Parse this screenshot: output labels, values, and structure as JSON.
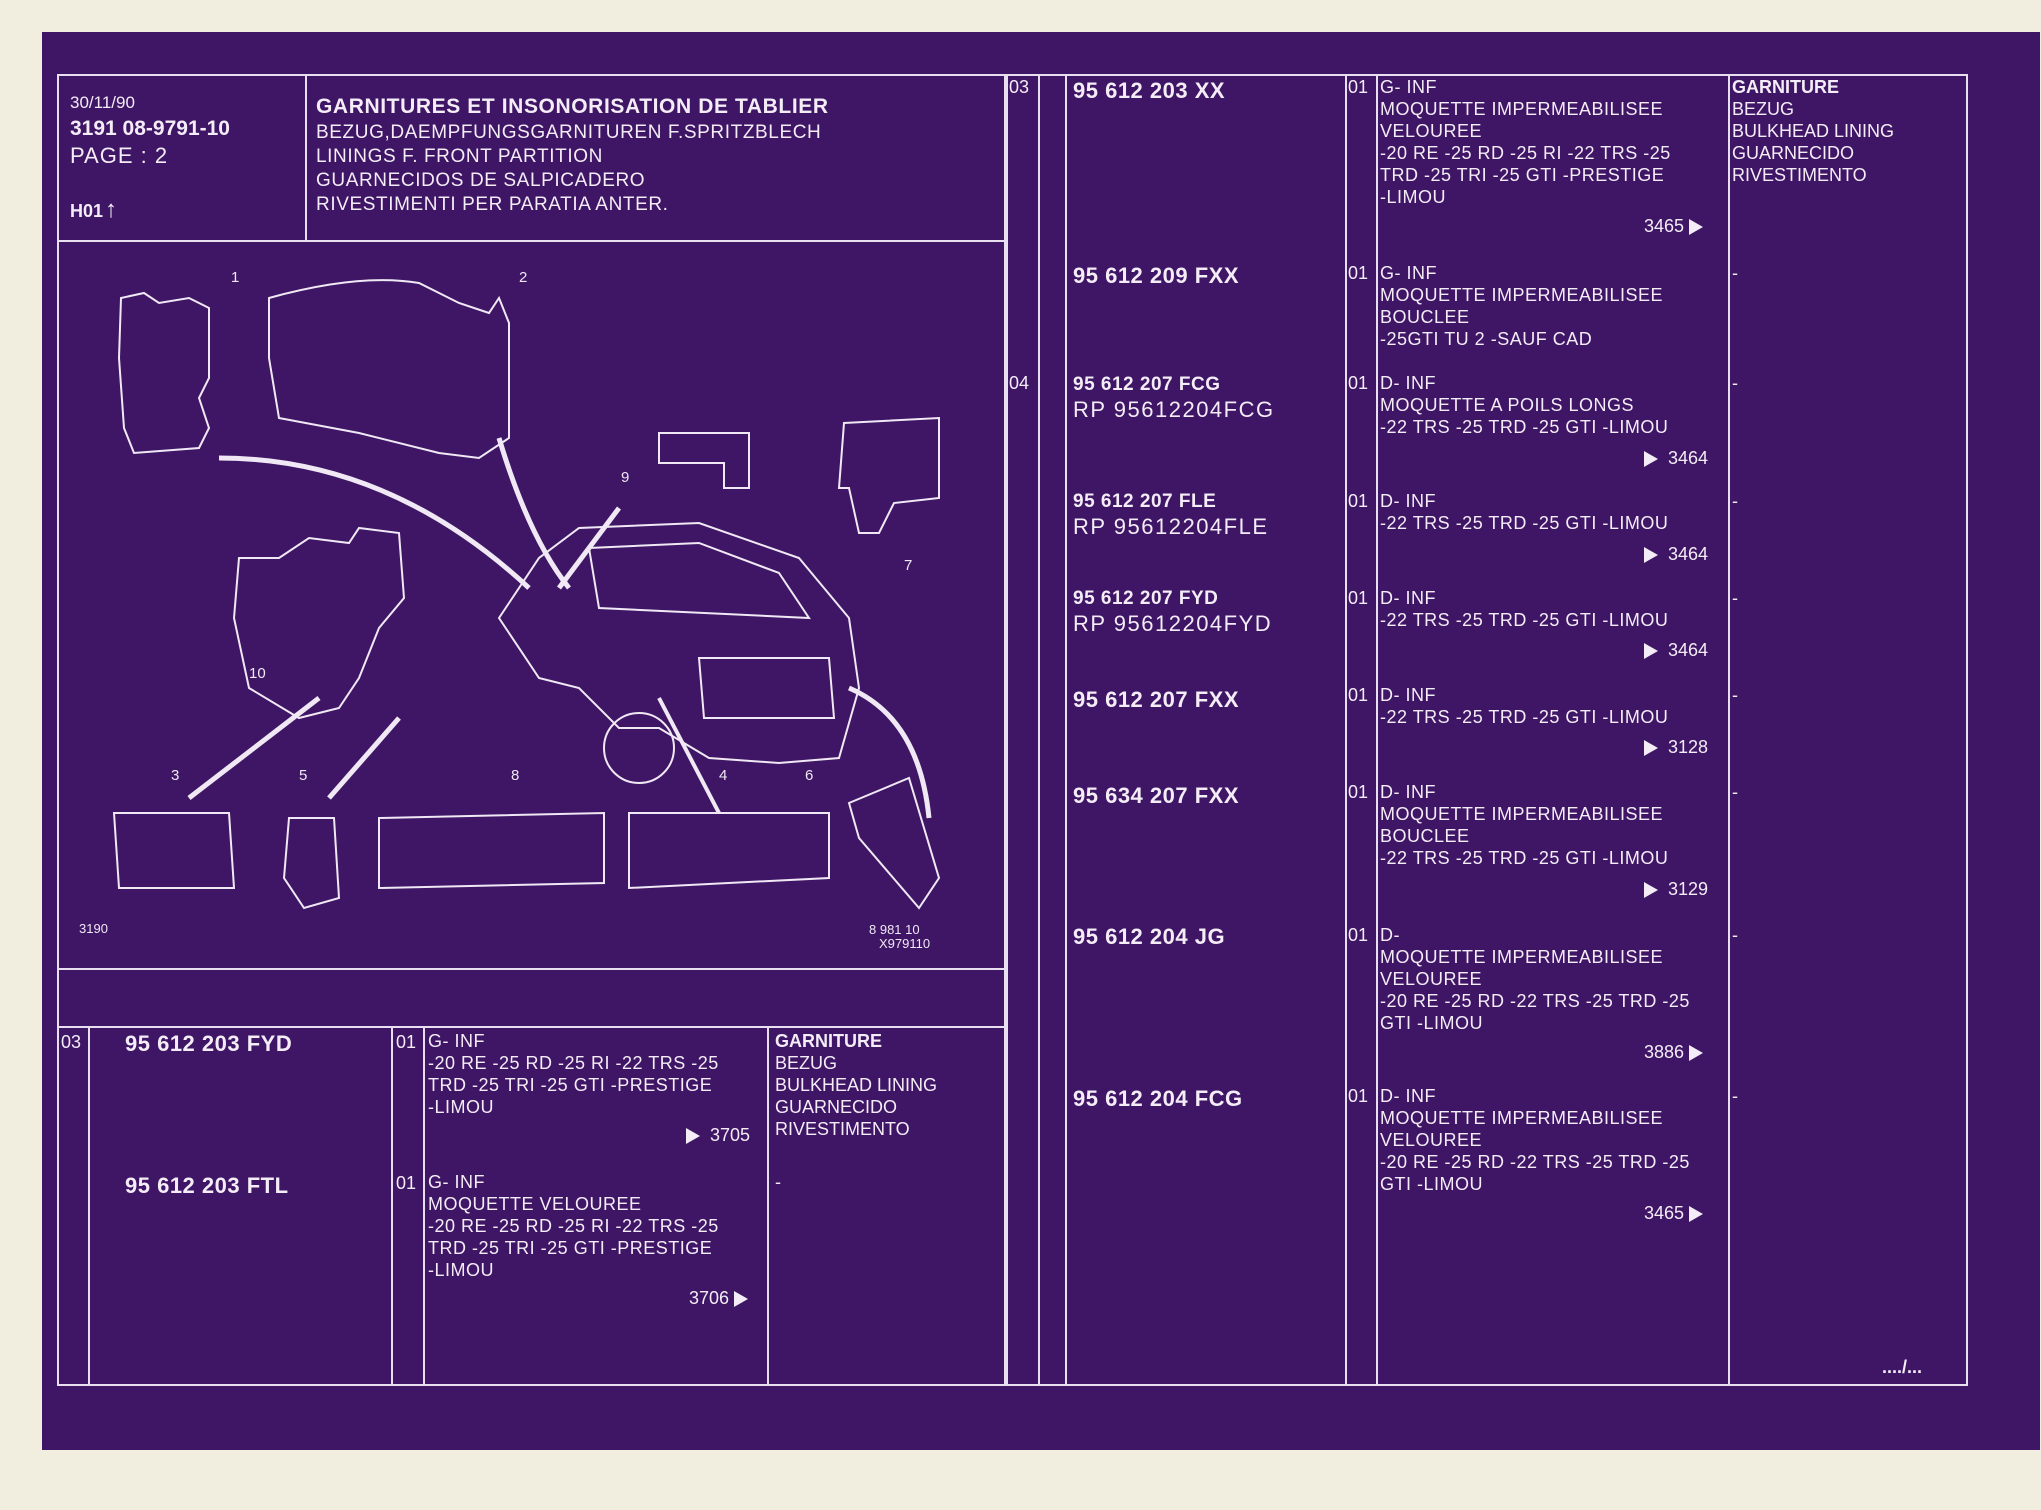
{
  "header": {
    "date": "30/11/90",
    "ref": "3191  08-9791-10",
    "page": "PAGE : 2",
    "h01": "H01",
    "title_fr": "GARNITURES ET INSONORISATION DE TABLIER",
    "title_de": "BEZUG,DAEMPFUNGSGARNITUREN F.SPRITZBLECH",
    "title_en": "LININGS F. FRONT PARTITION",
    "title_es": "GUARNECIDOS DE SALPICADERO",
    "title_it": "RIVESTIMENTI PER PARATIA ANTER."
  },
  "illustration": {
    "callouts": [
      "1",
      "2",
      "3",
      "4",
      "5",
      "6",
      "7",
      "8",
      "9",
      "10"
    ],
    "code_left": "3190",
    "code_right_1": "8 981 10",
    "code_right_2": "X979110"
  },
  "designation": {
    "fr": "GARNITURE",
    "de": "BEZUG",
    "en": "BULKHEAD LINING",
    "es": "GUARNECIDO",
    "it": "RIVESTIMENTO"
  },
  "dash": "-",
  "continued": "..../...",
  "left_rows": [
    {
      "pos": "03",
      "code": "95 612 203 FYD",
      "qty": "01",
      "lines": [
        "G-   INF",
        "-20 RE -25 RD -25 RI -22 TRS -25",
        "TRD -25 TRI -25 GTI -PRESTIGE",
        "-LIMOU"
      ],
      "ref": "3705"
    },
    {
      "pos": "",
      "code": "95 612 203 FTL",
      "qty": "01",
      "lines": [
        "G-   INF",
        "MOQUETTE VELOUREE",
        "-20 RE -25 RD -25 RI -22 TRS -25",
        "TRD -25 TRI -25 GTI -PRESTIGE",
        "-LIMOU"
      ],
      "ref": "3706"
    }
  ],
  "right_rows": [
    {
      "pos": "03",
      "code": "95 612 203 XX",
      "rp": "",
      "qty": "01",
      "lines": [
        "G-   INF",
        "MOQUETTE IMPERMEABILISEE",
        "VELOUREE",
        "-20 RE -25 RD -25 RI -22 TRS -25",
        "TRD -25 TRI -25 GTI -PRESTIGE",
        "-LIMOU"
      ],
      "ref": "3465"
    },
    {
      "pos": "",
      "code": "95 612 209 FXX",
      "rp": "",
      "qty": "01",
      "lines": [
        "G-   INF",
        "MOQUETTE IMPERMEABILISEE",
        "BOUCLEE",
        "-25GTI TU 2 -SAUF CAD"
      ],
      "ref": ""
    },
    {
      "pos": "04",
      "code": "95 612 207 FCG",
      "rp": "RP  95612204FCG",
      "qty": "01",
      "lines": [
        "D-   INF",
        "MOQUETTE A POILS LONGS",
        "-22 TRS -25 TRD -25 GTI -LIMOU"
      ],
      "ref": "3464"
    },
    {
      "pos": "",
      "code": "95 612 207 FLE",
      "rp": "RP  95612204FLE",
      "qty": "01",
      "lines": [
        "D-   INF",
        "-22 TRS -25 TRD -25 GTI -LIMOU"
      ],
      "ref": "3464"
    },
    {
      "pos": "",
      "code": "95 612 207 FYD",
      "rp": "RP  95612204FYD",
      "qty": "01",
      "lines": [
        "D-   INF",
        "-22 TRS -25 TRD -25 GTI -LIMOU"
      ],
      "ref": "3464"
    },
    {
      "pos": "",
      "code": "95 612 207 FXX",
      "rp": "",
      "qty": "01",
      "lines": [
        "D-   INF",
        "-22 TRS -25 TRD -25 GTI -LIMOU"
      ],
      "ref": "3128"
    },
    {
      "pos": "",
      "code": "95 634 207 FXX",
      "rp": "",
      "qty": "01",
      "lines": [
        "D-   INF",
        "MOQUETTE IMPERMEABILISEE",
        "BOUCLEE",
        "-22 TRS -25 TRD -25 GTI -LIMOU"
      ],
      "ref": "3129"
    },
    {
      "pos": "",
      "code": "95 612 204 JG",
      "rp": "",
      "qty": "01",
      "lines": [
        "D-",
        "MOQUETTE IMPERMEABILISEE",
        "VELOUREE",
        "-20 RE -25 RD -22 TRS -25 TRD -25",
        "GTI -LIMOU"
      ],
      "ref": "3886"
    },
    {
      "pos": "",
      "code": "95 612 204 FCG",
      "rp": "",
      "qty": "01",
      "lines": [
        "D-   INF",
        "MOQUETTE IMPERMEABILISEE",
        "VELOUREE",
        "-20 RE -25 RD -22 TRS -25 TRD -25",
        "GTI -LIMOU"
      ],
      "ref": "3465"
    }
  ]
}
